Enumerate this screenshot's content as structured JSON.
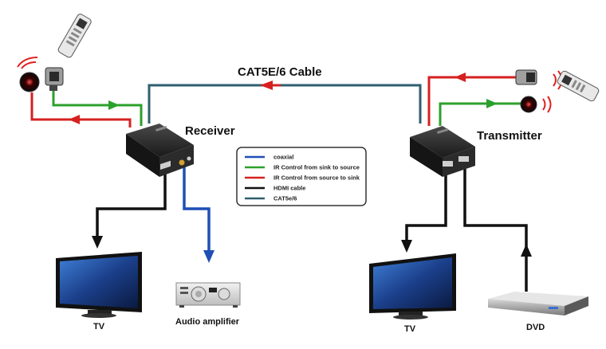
{
  "labels": {
    "cable": "CAT5E/6 Cable",
    "receiver": "Receiver",
    "transmitter": "Transmitter",
    "tv_left": "TV",
    "tv_right": "TV",
    "audio_amplifier": "Audio amplifier",
    "dvd": "DVD"
  },
  "legend": {
    "items": [
      {
        "label": "coaxial",
        "color": "#1f4fb5"
      },
      {
        "label": "IR Control from sink to source",
        "color": "#2ca02c"
      },
      {
        "label": "IR Control from source to sink",
        "color": "#d62020"
      },
      {
        "label": "HDMI cable",
        "color": "#111111"
      },
      {
        "label": "CAT5e/6",
        "color": "#2f5f6f"
      }
    ]
  },
  "colors": {
    "coaxial": "#1f4fb5",
    "ir_sink_to_source": "#2ca02c",
    "ir_source_to_sink": "#d62020",
    "hdmi": "#111111",
    "cat": "#2f5f6f"
  }
}
